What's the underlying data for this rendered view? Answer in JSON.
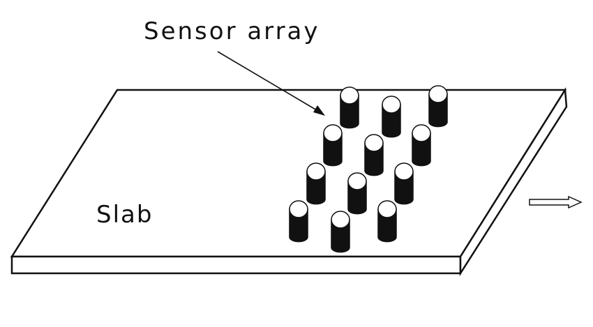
{
  "labels": {
    "sensor_array": "Sensor array",
    "slab": "Slab"
  },
  "sensor_array": {
    "rows": 4,
    "columns": 3,
    "count": 12
  },
  "colors": {
    "line": "#111111",
    "sensor_body": "#111111",
    "sensor_top": "#ffffff",
    "background": "#ffffff"
  },
  "icons": {
    "motion_arrow": "hollow-right-arrow-icon"
  }
}
